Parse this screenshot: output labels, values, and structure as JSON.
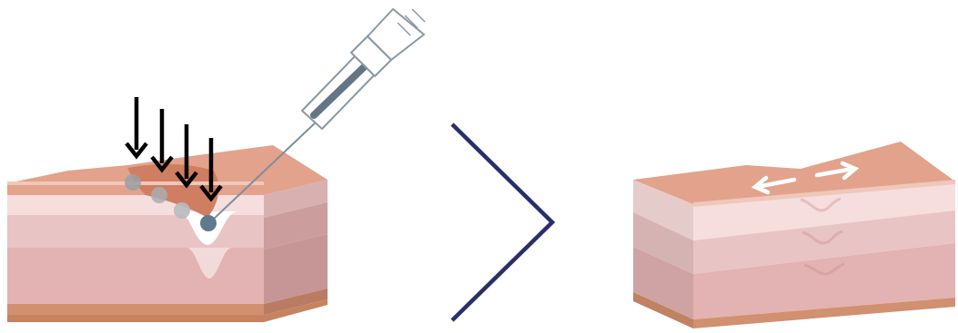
{
  "panels": [
    {
      "id": "before",
      "elements": [
        "skin-block",
        "wrinkle",
        "syringe",
        "down-arrows",
        "filler-dots"
      ],
      "down_arrow_count": 4,
      "filler_dot_count": 4
    },
    {
      "id": "after",
      "elements": [
        "skin-block",
        "smoothed-surface",
        "spread-arrows"
      ],
      "spread_arrow_count": 2
    }
  ],
  "transition_icon": "chevron-right-icon",
  "colors": {
    "skin_top": "#e3a28c",
    "skin_top_front_edge": "#efc7bb",
    "layer_epidermis": "#f6dede",
    "layer_dermis": "#e9c4c4",
    "layer_deep": "#e3b2b2",
    "base": "#d1906f",
    "arrow_black": "#000000",
    "arrow_white": "#ffffff",
    "chevron": "#27306a",
    "syringe_outline": "#8a98a4",
    "needle_tip": "#5e7a8c"
  }
}
